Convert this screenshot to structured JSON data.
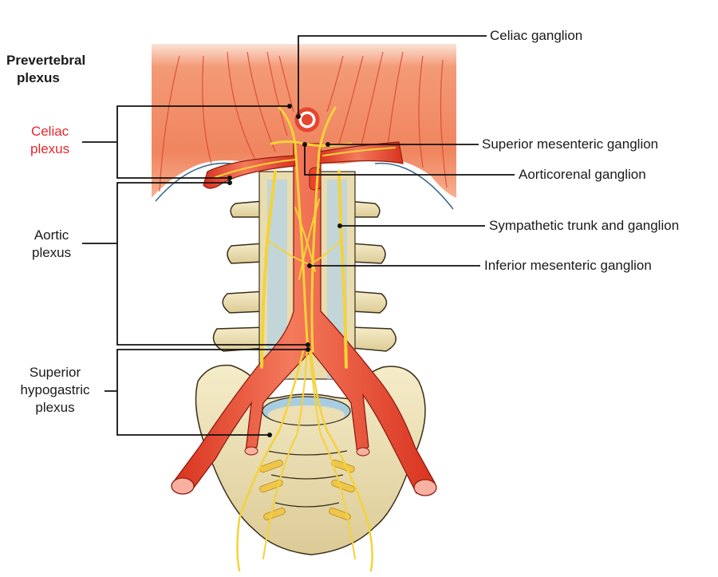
{
  "title": {
    "line1": "Prevertebral",
    "line2": "plexus"
  },
  "left_labels": {
    "celiac_plexus": {
      "line1": "Celiac",
      "line2": "plexus"
    },
    "aortic_plexus": {
      "line1": "Aortic",
      "line2": "plexus"
    },
    "superior_hypogastric_plexus": {
      "line1": "Superior",
      "line2": "hypogastric",
      "line3": "plexus"
    }
  },
  "right_labels": {
    "celiac_ganglion": "Celiac ganglion",
    "superior_mesenteric_ganglion": "Superior mesenteric ganglion",
    "aorticorenal_ganglion": "Aorticorenal ganglion",
    "sympathetic_trunk": "Sympathetic trunk and ganglion",
    "inferior_mesenteric_ganglion": "Inferior mesenteric ganglion"
  },
  "colors": {
    "highlight_label": "#e8262b",
    "muscle": "#f08a66",
    "artery": "#e8452e",
    "nerve": "#f5d23a",
    "bone": "#ecdfb4",
    "disc": "#a9cde0",
    "leader": "#111111"
  }
}
